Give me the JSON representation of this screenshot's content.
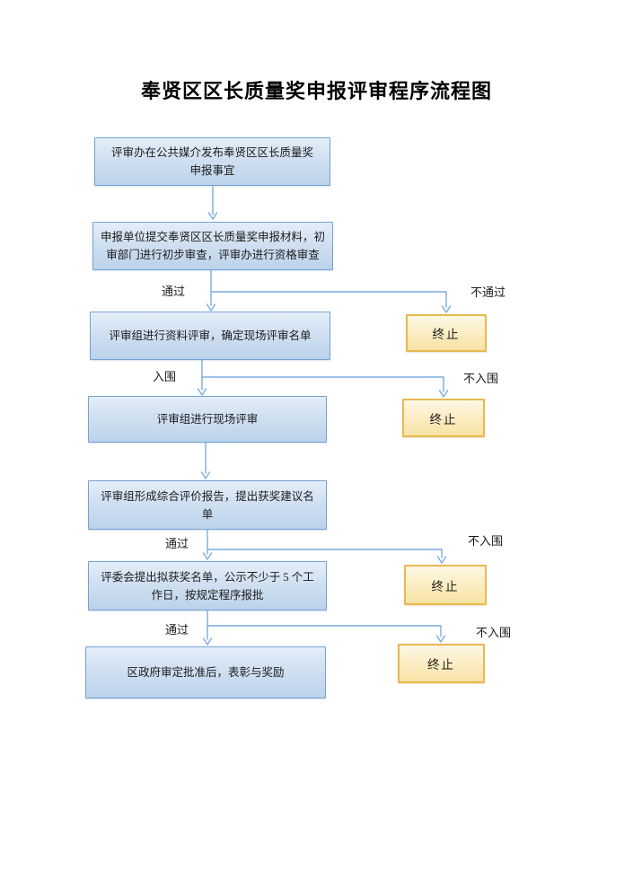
{
  "page": {
    "title": "奉贤区区长质量奖申报评审程序流程图"
  },
  "flow": {
    "steps": [
      {
        "label": "评审办在公共媒介发布奉贤区区长质量奖\n申报事宜"
      },
      {
        "label": "申报单位提交奉贤区区长质量奖申报材料，初\n审部门进行初步审查，评审办进行资格审查"
      },
      {
        "label": "评审组进行资料评审，确定现场评审名单"
      },
      {
        "label": "评审组进行现场评审"
      },
      {
        "label": "评审组形成综合评价报告，提出获奖建议名\n单"
      },
      {
        "label": "评委会提出拟获奖名单，公示不少于 5 个工\n作日，按规定程序报批"
      },
      {
        "label": "区政府审定批准后，表彰与奖励"
      }
    ],
    "terminals": [
      {
        "label": "终止"
      },
      {
        "label": "终止"
      },
      {
        "label": "终止"
      },
      {
        "label": "终止"
      }
    ],
    "decisions": [
      {
        "pass": "通过",
        "fail": "不通过"
      },
      {
        "pass": "入围",
        "fail": "不入围"
      },
      {
        "pass": "通过",
        "fail": "不入围"
      },
      {
        "pass": "通过",
        "fail": "不入围"
      }
    ]
  },
  "colors": {
    "process_fill_top": "#e4eef8",
    "process_fill_bottom": "#bcd2ea",
    "process_border": "#74a2d4",
    "terminal_fill_top": "#fdf7e4",
    "terminal_fill_bottom": "#f8e2a5",
    "terminal_border": "#e7b94f",
    "connector": "#7aacdc",
    "text": "#1c1c1c"
  }
}
